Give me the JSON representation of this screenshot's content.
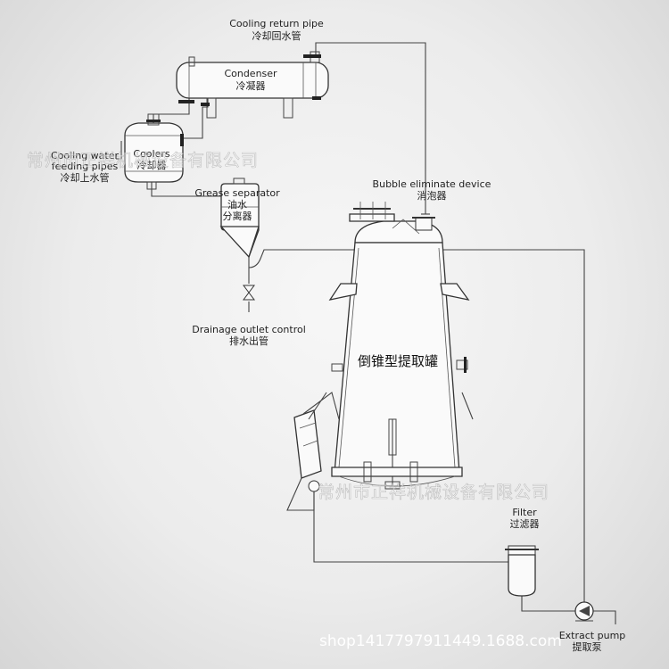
{
  "labels": {
    "cooling_return_en": "Cooling return pipe",
    "cooling_return_zh": "冷却回水管",
    "condenser_en": "Condenser",
    "condenser_zh": "冷凝器",
    "coolers_en": "Coolers",
    "coolers_zh": "冷却器",
    "feeding_en_1": "Cooling water",
    "feeding_en_2": "feeding pipes",
    "feeding_zh": "冷却上水管",
    "grease_en": "Grease separator",
    "grease_zh_1": "油水",
    "grease_zh_2": "分离器",
    "drain_en": "Drainage outlet control",
    "drain_zh": "排水出管",
    "bubble_en": "Bubble eliminate device",
    "bubble_zh": "消泡器",
    "tank_zh": "倒锥型提取罐",
    "filter_en": "Filter",
    "filter_zh": "过滤器",
    "pump_en": "Extract pump",
    "pump_zh": "提取泵"
  },
  "watermark": {
    "company_top": "常州市正祥机械设备有限公司",
    "company_bottom": "常州市正祥机械设备有限公司",
    "url": "shop1417797911449.1688.com"
  },
  "colors": {
    "line": "#444444",
    "background": "#ececec",
    "valve": "#111111"
  }
}
